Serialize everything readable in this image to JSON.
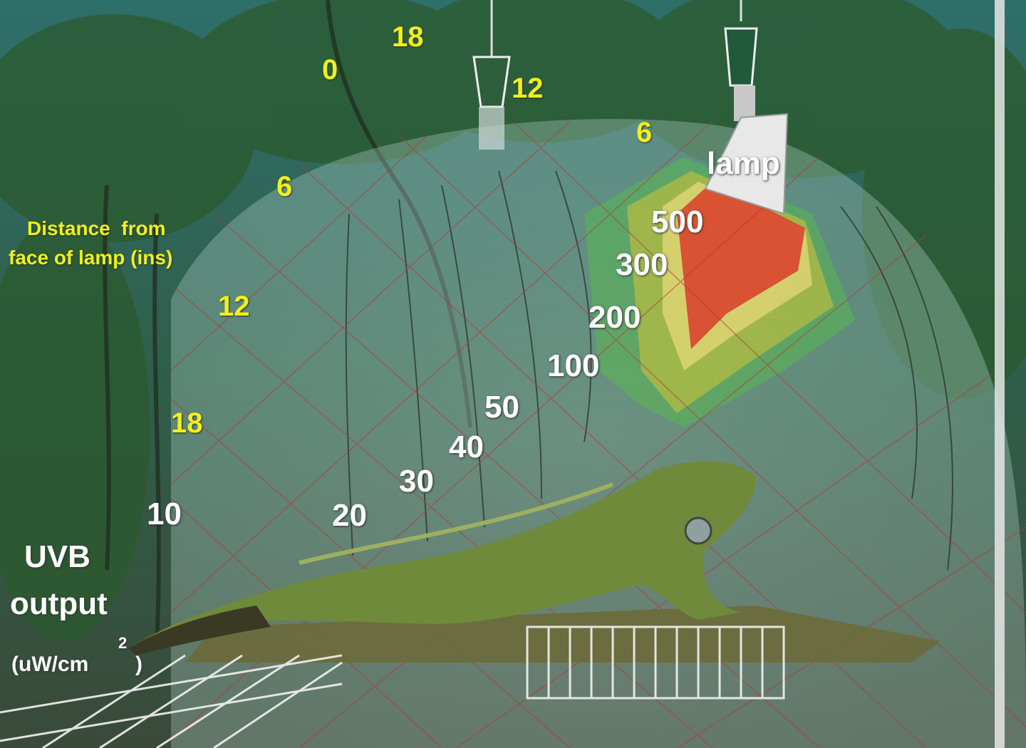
{
  "labels": {
    "lamp": "lamp",
    "distance_caption_line1": "Distance  from",
    "distance_caption_line2": "face of lamp (ins)",
    "uvb_caption_line1": "UVB",
    "uvb_caption_line2": "output",
    "uvb_caption_line3": "(uW/cm",
    "uvb_caption_sup": "2",
    "uvb_caption_close": ")"
  },
  "distance_marks": [
    "0",
    "18",
    "12",
    "6",
    "6",
    "12",
    "18"
  ],
  "uvb_levels": [
    "500",
    "300",
    "200",
    "100",
    "50",
    "40",
    "30",
    "20",
    "10"
  ],
  "colors": {
    "distance_text": "#f2f01a",
    "uvb_text": "#ffffff",
    "zone_500": "#d8442c",
    "zone_300": "#e6d87a",
    "zone_200": "#c9c23a",
    "zone_100": "#56c046",
    "grid_line": "#b03a3a"
  }
}
